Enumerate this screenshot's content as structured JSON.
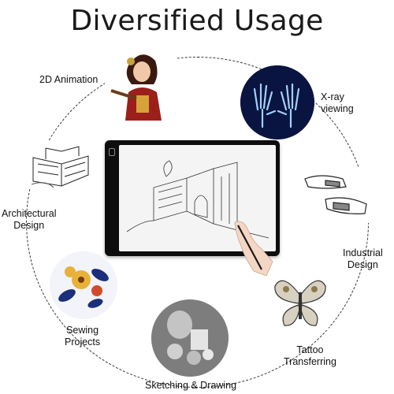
{
  "title": "Diversified Usage",
  "items": [
    {
      "label": "2D Animation",
      "icon": "character-illustration-icon"
    },
    {
      "label": "X-ray\nviewing",
      "icon": "xray-hands-icon"
    },
    {
      "label": "Architectural\nDesign",
      "icon": "architecture-sketch-icon"
    },
    {
      "label": "Industrial\nDesign",
      "icon": "goggles-sketch-icon"
    },
    {
      "label": "Sewing\nProjects",
      "icon": "flower-pattern-icon"
    },
    {
      "label": "Tattoo\nTransferring",
      "icon": "butterfly-tattoo-icon"
    },
    {
      "label": "Sketching & Drawing",
      "icon": "still-life-sketch-icon"
    }
  ],
  "device": {
    "icon": "led-light-pad-icon"
  },
  "colors": {
    "ring": "#333333",
    "xray_bg": "#0a1440",
    "pad": "#0d0d0d"
  }
}
